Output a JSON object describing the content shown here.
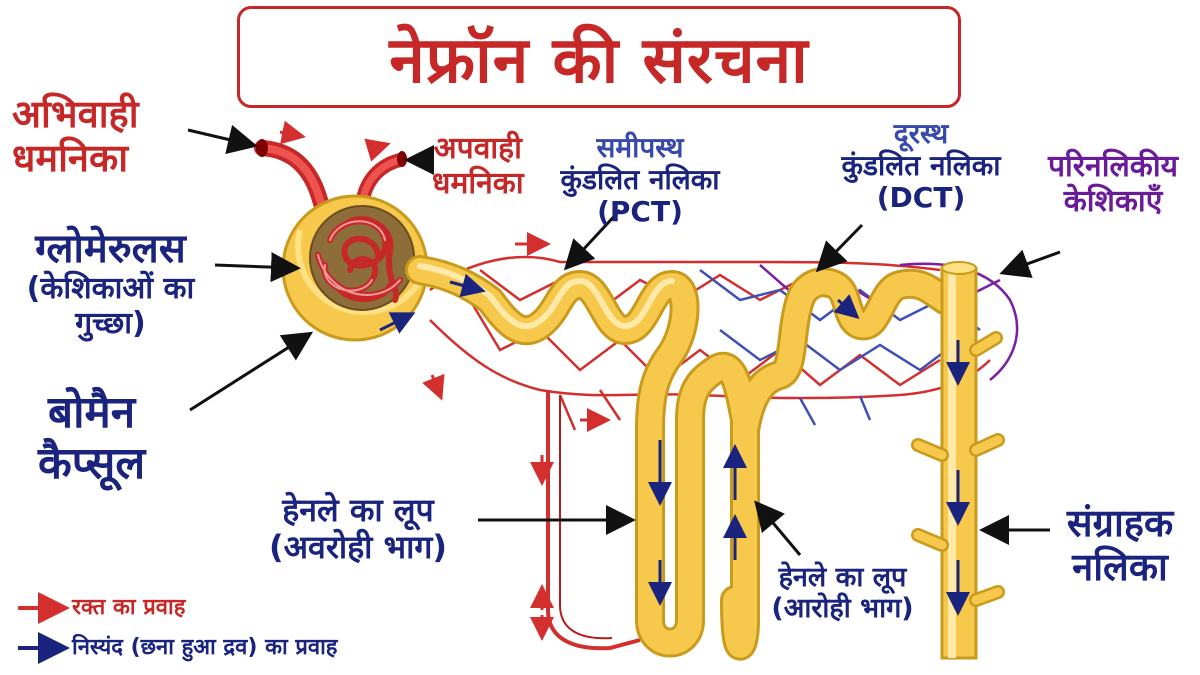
{
  "title": "नेफ्रॉन की संरचना",
  "labels": {
    "afferent_l1": "अभिवाही",
    "afferent_l2": "धमनिका",
    "efferent_l1": "अपवाही",
    "efferent_l2": "धमनिका",
    "glomerulus": "ग्लोमेरुलस",
    "glomerulus_sub_l1": "(केशिकाओं का",
    "glomerulus_sub_l2": "गुच्छा)",
    "bowman_l1": "बोमैन",
    "bowman_l2": "कैप्सूल",
    "pct_l1": "समीपस्थ",
    "pct_l2": "कुंडलित नलिका",
    "pct_l3": "(PCT)",
    "dct_l1": "दूरस्थ",
    "dct_l2": "कुंडलित नलिका",
    "dct_l3": "(DCT)",
    "peritubular_l1": "परिनलिकीय",
    "peritubular_l2": "केशिकाएँ",
    "henle_desc_l1": "हेनले का लूप",
    "henle_desc_l2": "(अवरोही भाग)",
    "henle_asc_l1": "हेनले का लूप",
    "henle_asc_l2": "(आरोही भाग)",
    "collecting_l1": "संग्राहक",
    "collecting_l2": "नलिका"
  },
  "legend": {
    "blood_flow": "रक्त का प्रवाह",
    "filtrate_flow": "निस्यंद (छना हुआ द्रव) का प्रवाह"
  },
  "colors": {
    "title": "#c62828",
    "blood": "#d32f2f",
    "filtrate": "#1a237e",
    "tubule": "#f6c84c",
    "tubule_edge": "#c99a1c",
    "vein": "#3f51b5",
    "purple": "#6a1b9a"
  }
}
